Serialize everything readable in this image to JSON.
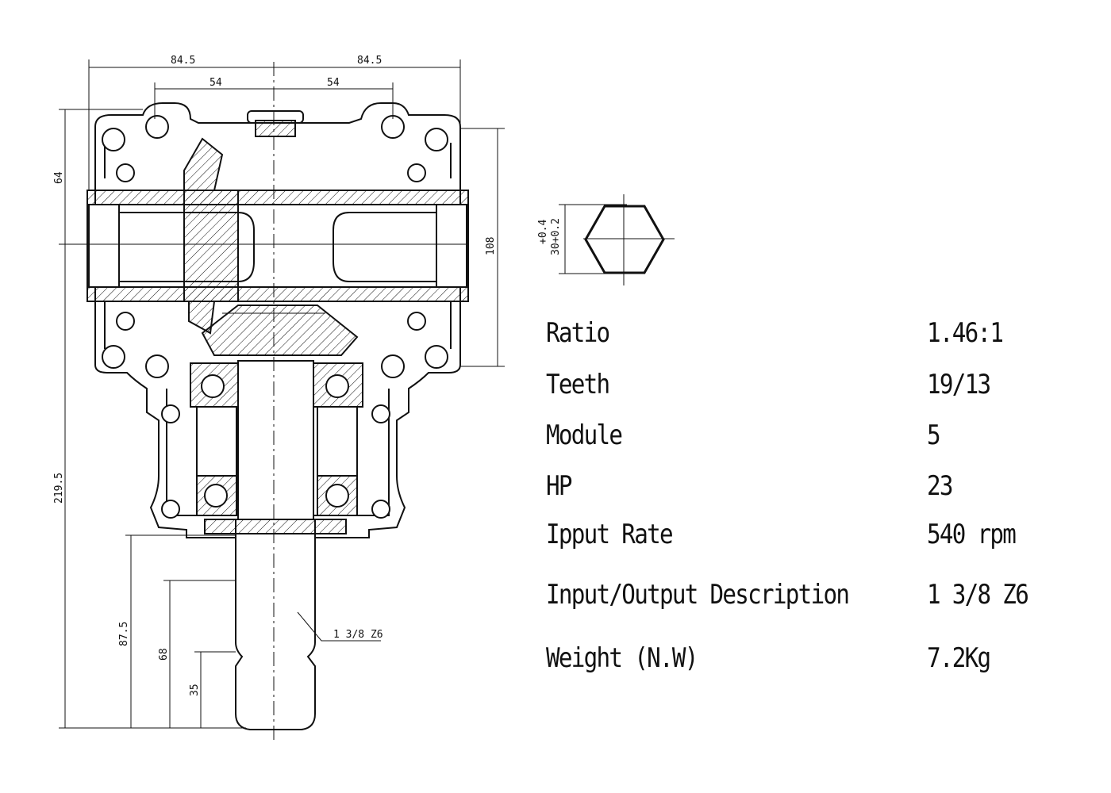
{
  "dimensions": {
    "top_left_half": "84.5",
    "top_right_half": "84.5",
    "inner_left_half": "54",
    "inner_right_half": "54",
    "upper_height": "64",
    "housing_height": "108",
    "total_height": "219.5",
    "shaft_87": "87.5",
    "shaft_68": "68",
    "shaft_35": "35",
    "spline_callout": "1 3/8  Z6",
    "hex_tolerance": "+0.4",
    "hex_size": "30+0.2"
  },
  "specs": [
    {
      "label": "Ratio",
      "value": "1.46:1"
    },
    {
      "label": "Teeth",
      "value": "19/13"
    },
    {
      "label": "Module",
      "value": "5"
    },
    {
      "label": "HP",
      "value": "23"
    },
    {
      "label": "Ipput Rate",
      "value": "540 rpm"
    },
    {
      "label": "Input/Output Description",
      "value": "1 3/8 Z6"
    },
    {
      "label": "Weight (N.W)",
      "value": "7.2Kg"
    }
  ]
}
